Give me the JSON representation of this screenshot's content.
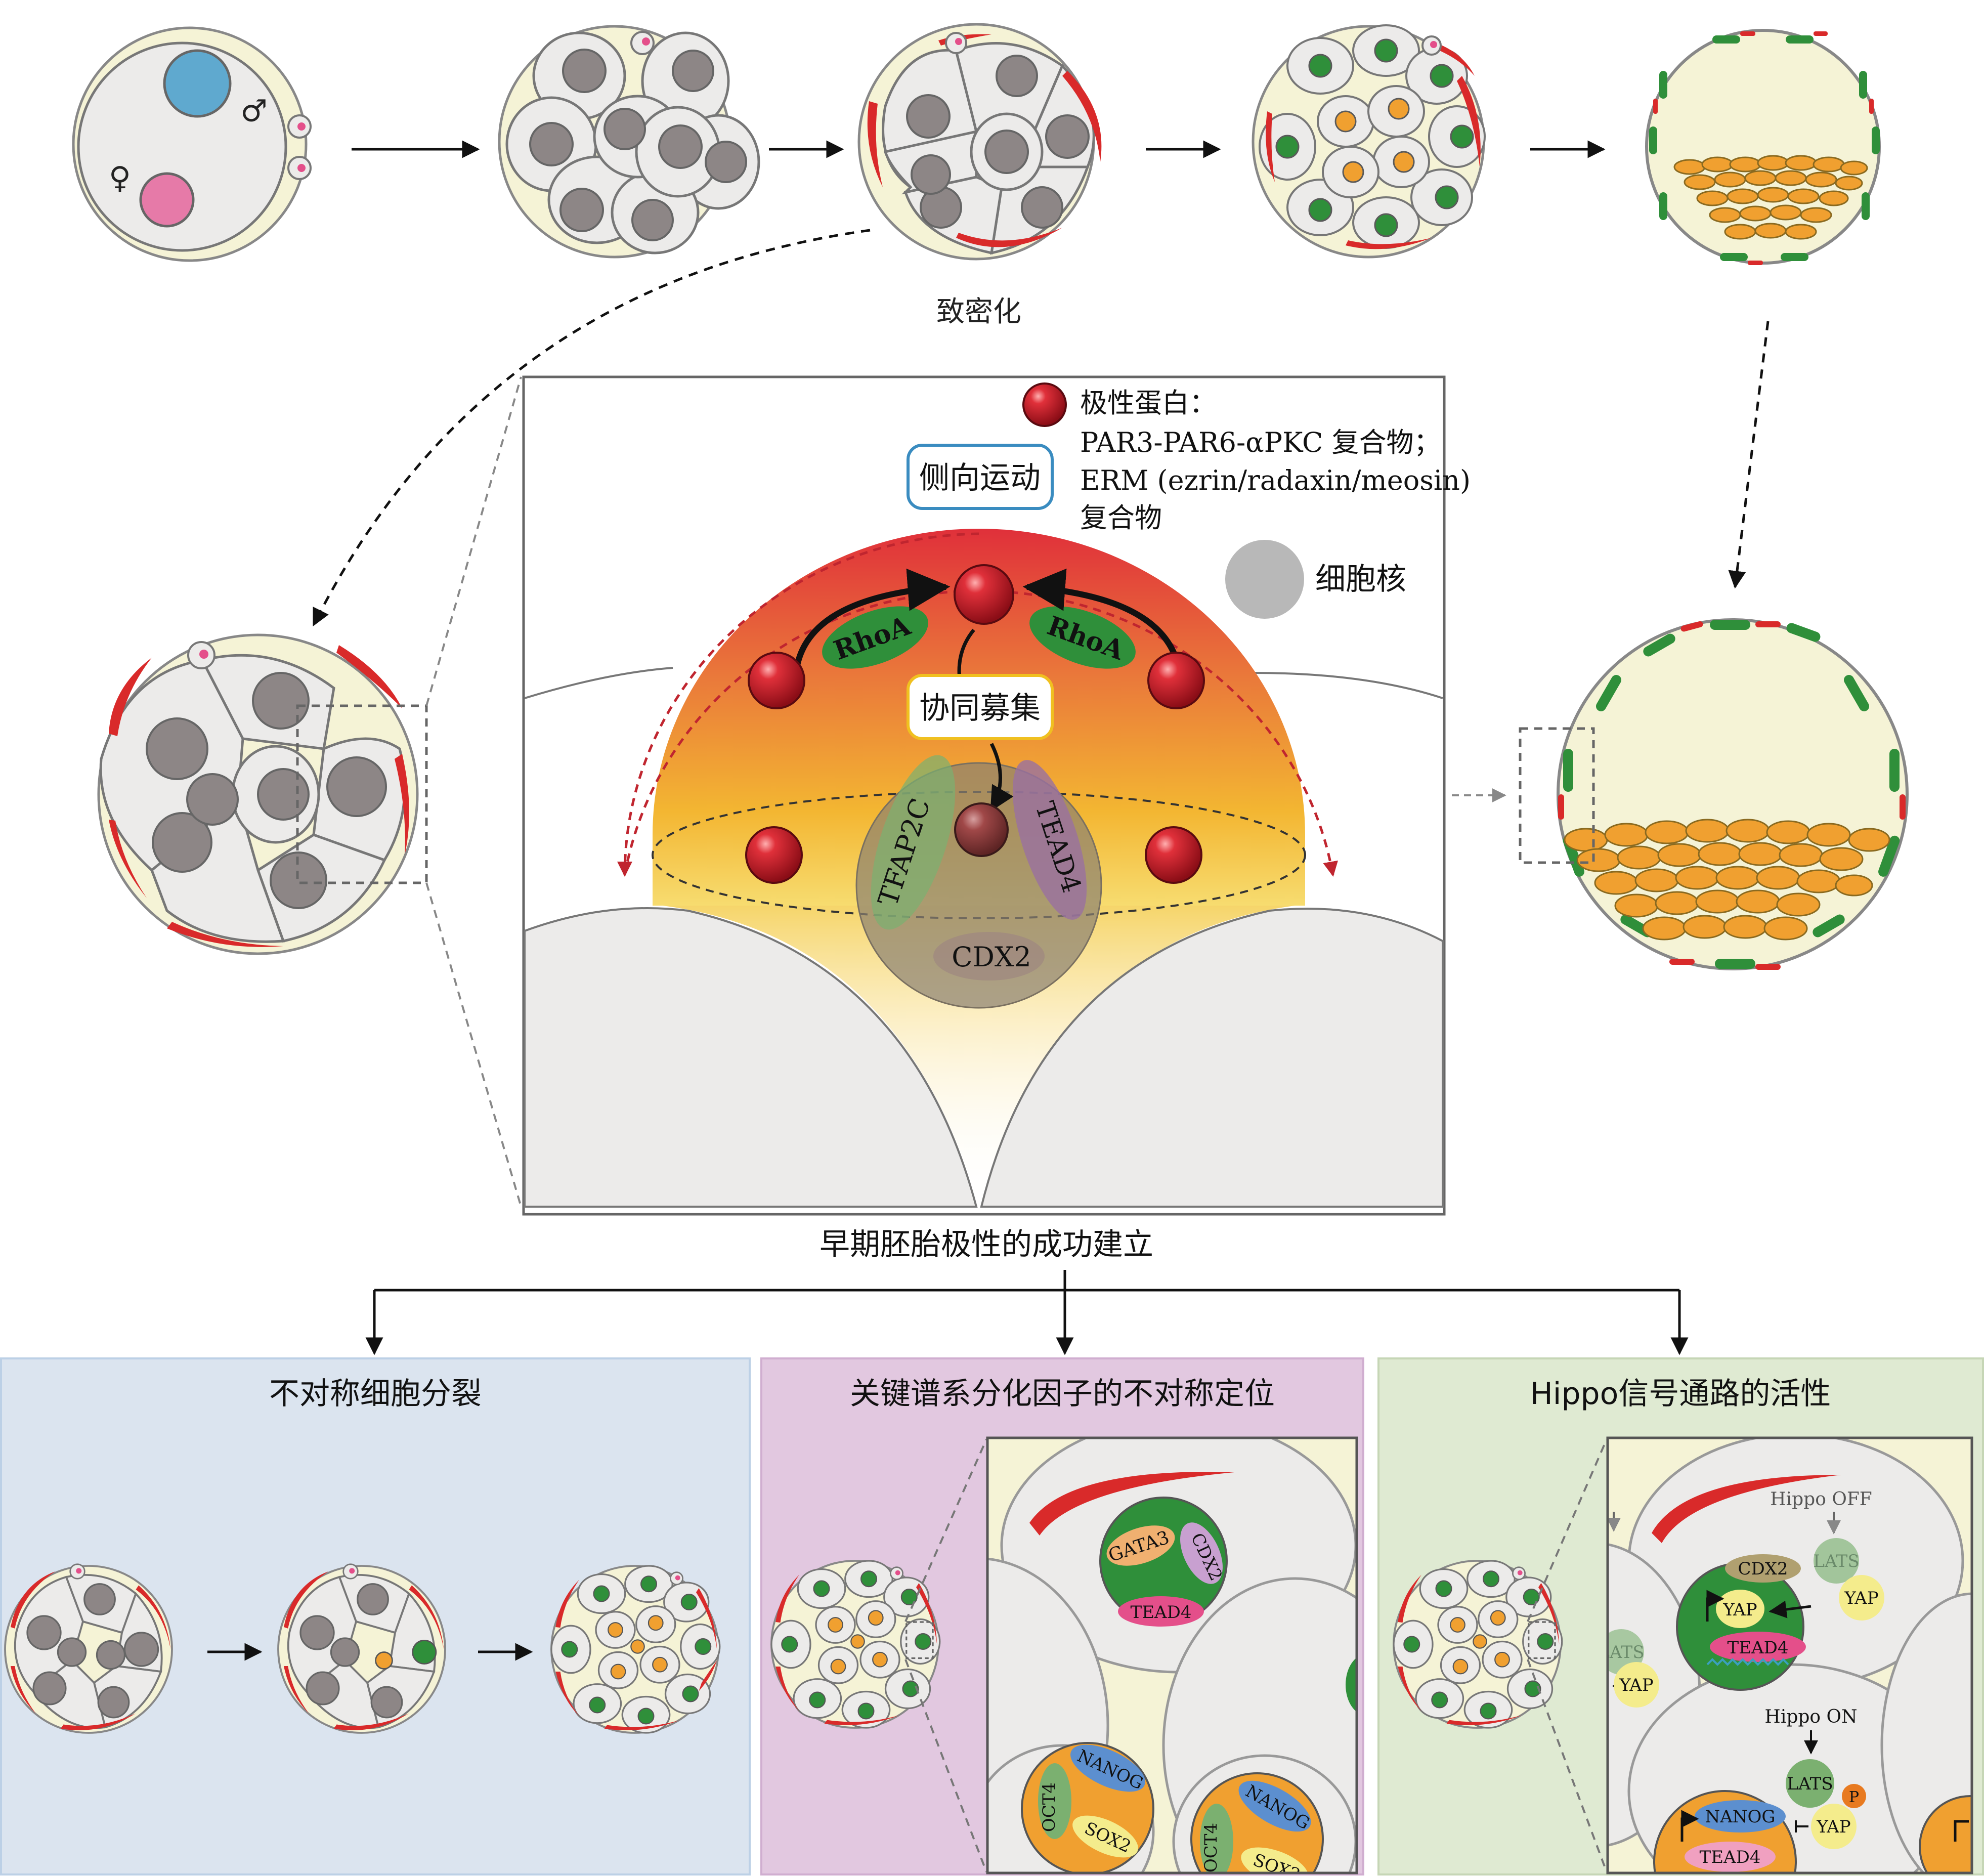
{
  "top_row": {
    "compaction_label": "致密化",
    "male_symbol": "♂",
    "female_symbol": "♀"
  },
  "main_panel": {
    "legend_polar_title": "极性蛋白：",
    "legend_polar_line2": "PAR3-PAR6-αPKC 复合物；",
    "legend_polar_line3": "ERM (ezrin/radaxin/meosin)",
    "legend_polar_line4": "复合物",
    "legend_nucleus": "细胞核",
    "lateral_movement": "侧向运动",
    "cooperative_recruit": "协同募集",
    "rhoa_left": "RhoA",
    "rhoa_right": "RhoA",
    "tfap2c": "TFAP2C",
    "tead4": "TEAD4",
    "cdx2": "CDX2",
    "caption": "早期胚胎极性的成功建立"
  },
  "panels": {
    "asymmetric_division_title": "不对称细胞分裂",
    "asymmetric_localization_title": "关键谱系分化因子的不对称定位",
    "hippo_title": "Hippo信号通路的活性"
  },
  "panel2": {
    "gata3": "GATA3",
    "cdx2": "CDX2",
    "tead4": "TEAD4",
    "oct4_a": "OCT4",
    "nanog_a": "NANOG",
    "sox2_a": "SOX2",
    "oct4_b": "OCT4",
    "nanog_b": "NANOG",
    "sox2_b": "SOX2"
  },
  "panel3": {
    "hippo_off": "Hippo OFF",
    "hippo_on": "Hippo ON",
    "cdx2": "CDX2",
    "yap_nuc": "YAP",
    "tead4_nuc": "TEAD4",
    "lats_off": "LATS",
    "yap_off": "YAP",
    "lats_side": "LATS",
    "yap_side": "YAP",
    "lats_on": "LATS",
    "p": "P",
    "yap_on": "YAP",
    "nanog": "NANOG",
    "tead4_icm": "TEAD4"
  },
  "colors": {
    "polarity_red": "#d92a2a",
    "nucleus_gray": "#8d8686",
    "te_green": "#2f8f3a",
    "icm_orange": "#f0a030",
    "zona_yellow": "#f5f3d6",
    "panel_blue": "#dbe4ef",
    "panel_purple": "#e2c8e0",
    "panel_green": "#dfead2"
  }
}
